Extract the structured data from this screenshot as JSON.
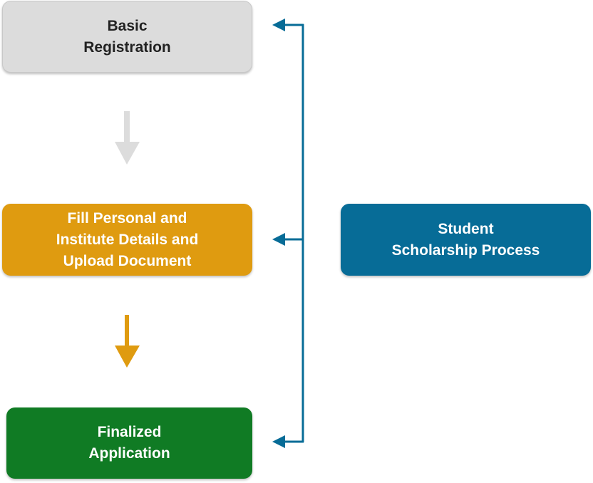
{
  "diagram": {
    "title": "Student Scholarship Process",
    "nodes": [
      {
        "id": "basic",
        "label": "Basic\nRegistration",
        "color": "#dcdcdc",
        "text_color": "#222222"
      },
      {
        "id": "fill",
        "label": "Fill Personal and\nInstitute Details and\nUpload Document",
        "color": "#df9b10",
        "text_color": "#ffffff"
      },
      {
        "id": "final",
        "label": "Finalized\nApplication",
        "color": "#107b24",
        "text_color": "#ffffff"
      },
      {
        "id": "student",
        "label": "Student\nScholarship Process",
        "color": "#076c97",
        "text_color": "#ffffff"
      }
    ],
    "edges": [
      {
        "from": "basic",
        "to": "fill",
        "color": "#dcdcdc"
      },
      {
        "from": "fill",
        "to": "final",
        "color": "#df9b10"
      },
      {
        "from": "student",
        "to": "basic",
        "color": "#076c97"
      },
      {
        "from": "student",
        "to": "fill",
        "color": "#076c97"
      },
      {
        "from": "student",
        "to": "final",
        "color": "#076c97"
      }
    ]
  }
}
